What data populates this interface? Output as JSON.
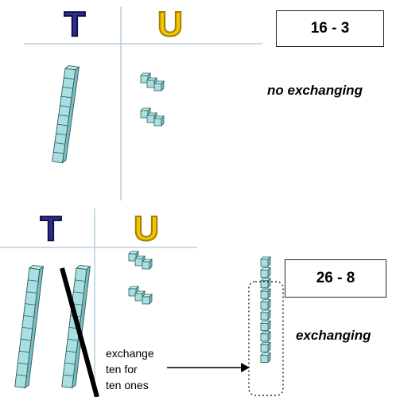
{
  "colors": {
    "tens_heading": "#2e2e8f",
    "units_heading": "#f5c400",
    "block_face": "#a9dfe0",
    "block_edge": "#2a5d5f",
    "grid_line": "#b7cde0",
    "cross_line": "#000000"
  },
  "top": {
    "tens_heading": "T",
    "units_heading": "U",
    "problem": "16 - 3",
    "caption": "no exchanging",
    "tens_rods": 1,
    "ones_cubes": 6
  },
  "bottom": {
    "tens_heading": "T",
    "units_heading": "U",
    "problem": "26 - 8",
    "caption": "exchanging",
    "tens_rods": 2,
    "crossed_out_rods": 1,
    "ones_cubes": 6,
    "exchanged_ones": 10,
    "note_lines": [
      "exchange",
      "ten for",
      "ten ones"
    ]
  }
}
